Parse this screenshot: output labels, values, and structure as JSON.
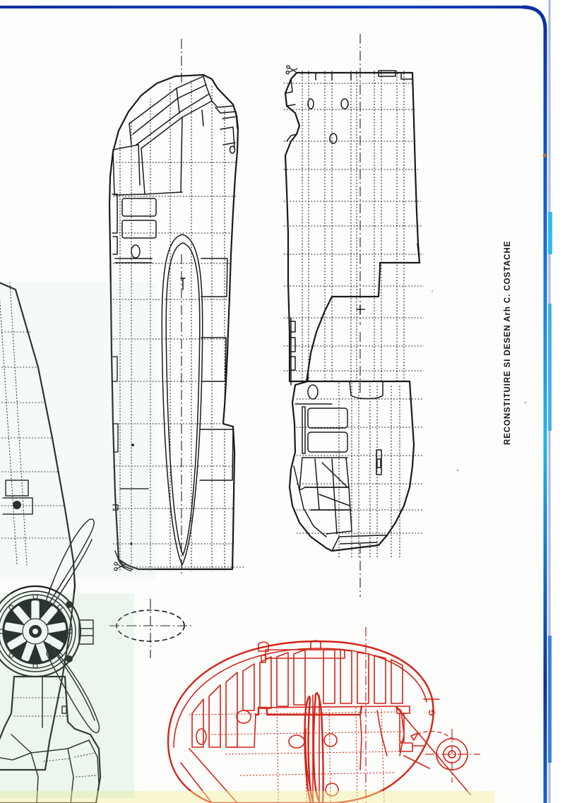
{
  "sheet": {
    "title_block": "RECONSTITUIRE SI DESEN  Arh  C. COSTACHE",
    "red_part_label": "G",
    "background_color": "#fdfdfb",
    "ink_color": "#1a1a1a",
    "red_ink_color": "#d4241a",
    "scan_border_color": "#0b2fa0",
    "scan_border_color_light": "#25b7e8"
  },
  "drawing": {
    "type": "technical-blueprint",
    "subject": "aircraft fuselage skin panel development",
    "views": [
      {
        "id": "fuselage-left-upper",
        "label": "",
        "ink": "black",
        "description": "upper left fuselage side panel with canopy framing, windows and stringer lines"
      },
      {
        "id": "fuselage-right-upper",
        "label": "",
        "ink": "black",
        "description": "upper right fuselage panel with rivet lines and access hatches"
      },
      {
        "id": "fuselage-right-lower",
        "label": "",
        "ink": "black",
        "description": "lower rear fuselage panel with cockpit frame structure"
      },
      {
        "id": "wing-root-plan",
        "label": "G",
        "ink": "red",
        "description": "red wing plan view with ribs, landing gear bay and spinner"
      },
      {
        "id": "engine-front",
        "label": "",
        "ink": "black",
        "description": "radial engine with propeller blades, front elevation"
      },
      {
        "id": "section-oval",
        "label": "",
        "ink": "black",
        "description": "dashed oval cross-section with centre cross axes"
      }
    ],
    "symbols": [
      {
        "name": "scissors-cut-mark",
        "count": 3
      },
      {
        "name": "centreline-dash-dot",
        "count": 5
      },
      {
        "name": "rivet-dotted-line",
        "count": 40
      }
    ]
  }
}
